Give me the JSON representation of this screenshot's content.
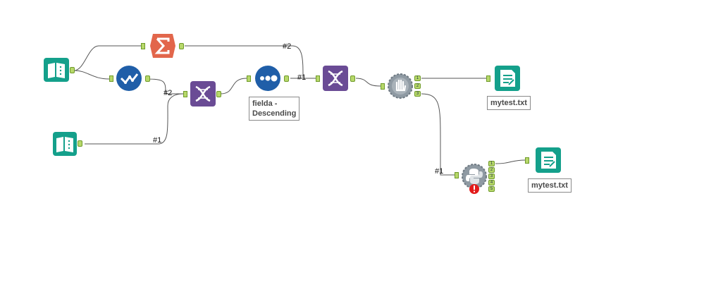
{
  "workflow": {
    "connections": {
      "summarize_to_join": "#2",
      "sample_to_formula": "#2",
      "input2_to_formula": "#1",
      "sort_to_formula2": "#1",
      "filter_to_python": "#1"
    },
    "tools": {
      "input_1": {
        "icon": "book-icon",
        "color": "#14a08b"
      },
      "input_2": {
        "icon": "book-icon",
        "color": "#14a08b"
      },
      "summarize": {
        "icon": "sigma-icon",
        "color": "#e2664b"
      },
      "sample": {
        "icon": "check-wave-icon",
        "color": "#1f5ea8"
      },
      "formula_1": {
        "icon": "dna-icon",
        "color": "#6a4b95"
      },
      "sort": {
        "icon": "dots-icon",
        "color": "#1f5ea8",
        "annotation_line1": "fielda -",
        "annotation_line2": "Descending"
      },
      "formula_2": {
        "icon": "dna-icon",
        "color": "#6a4b95"
      },
      "macro": {
        "icon": "hand-gear-icon",
        "color": "#8f9aa3",
        "anchors": [
          "1",
          "2",
          "3"
        ]
      },
      "output_1": {
        "icon": "output-doc-icon",
        "color": "#14a08b",
        "annotation": "mytest.txt"
      },
      "python": {
        "icon": "python-gear-icon",
        "color": "#8f9aa3",
        "error_icon": "error-icon",
        "anchors": [
          "1",
          "2",
          "3",
          "4",
          "5"
        ]
      },
      "output_2": {
        "icon": "output-doc-icon",
        "color": "#14a08b",
        "annotation": "mytest.txt"
      }
    }
  }
}
